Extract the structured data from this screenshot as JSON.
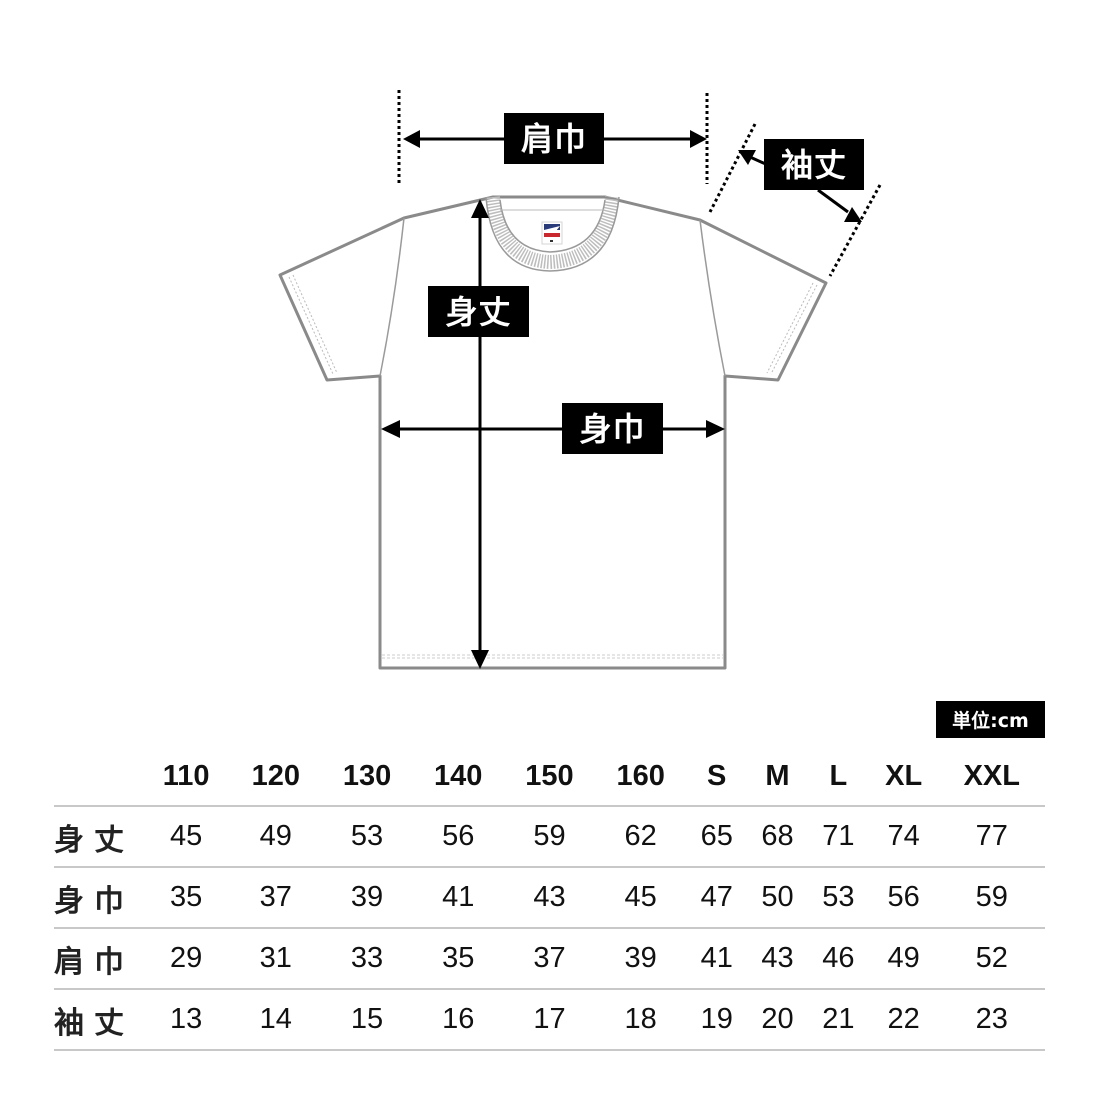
{
  "diagram": {
    "labels": {
      "shoulder_width": "肩巾",
      "sleeve_length": "袖丈",
      "body_length": "身丈",
      "body_width": "身巾"
    }
  },
  "unit_badge": "単位:cm",
  "size_table": {
    "columns": [
      "110",
      "120",
      "130",
      "140",
      "150",
      "160",
      "S",
      "M",
      "L",
      "XL",
      "XXL"
    ],
    "rows": [
      {
        "label": "身丈",
        "values": [
          "45",
          "49",
          "53",
          "56",
          "59",
          "62",
          "65",
          "68",
          "71",
          "74",
          "77"
        ]
      },
      {
        "label": "身巾",
        "values": [
          "35",
          "37",
          "39",
          "41",
          "43",
          "45",
          "47",
          "50",
          "53",
          "56",
          "59"
        ]
      },
      {
        "label": "肩巾",
        "values": [
          "29",
          "31",
          "33",
          "35",
          "37",
          "39",
          "41",
          "43",
          "46",
          "49",
          "52"
        ]
      },
      {
        "label": "袖丈",
        "values": [
          "13",
          "14",
          "15",
          "16",
          "17",
          "18",
          "19",
          "20",
          "21",
          "22",
          "23"
        ]
      }
    ]
  },
  "colors": {
    "outline": "#8a8a8a",
    "arrow": "#000000",
    "label_bg": "#000000",
    "label_text": "#ffffff",
    "table_rule": "#c8c8c8"
  }
}
